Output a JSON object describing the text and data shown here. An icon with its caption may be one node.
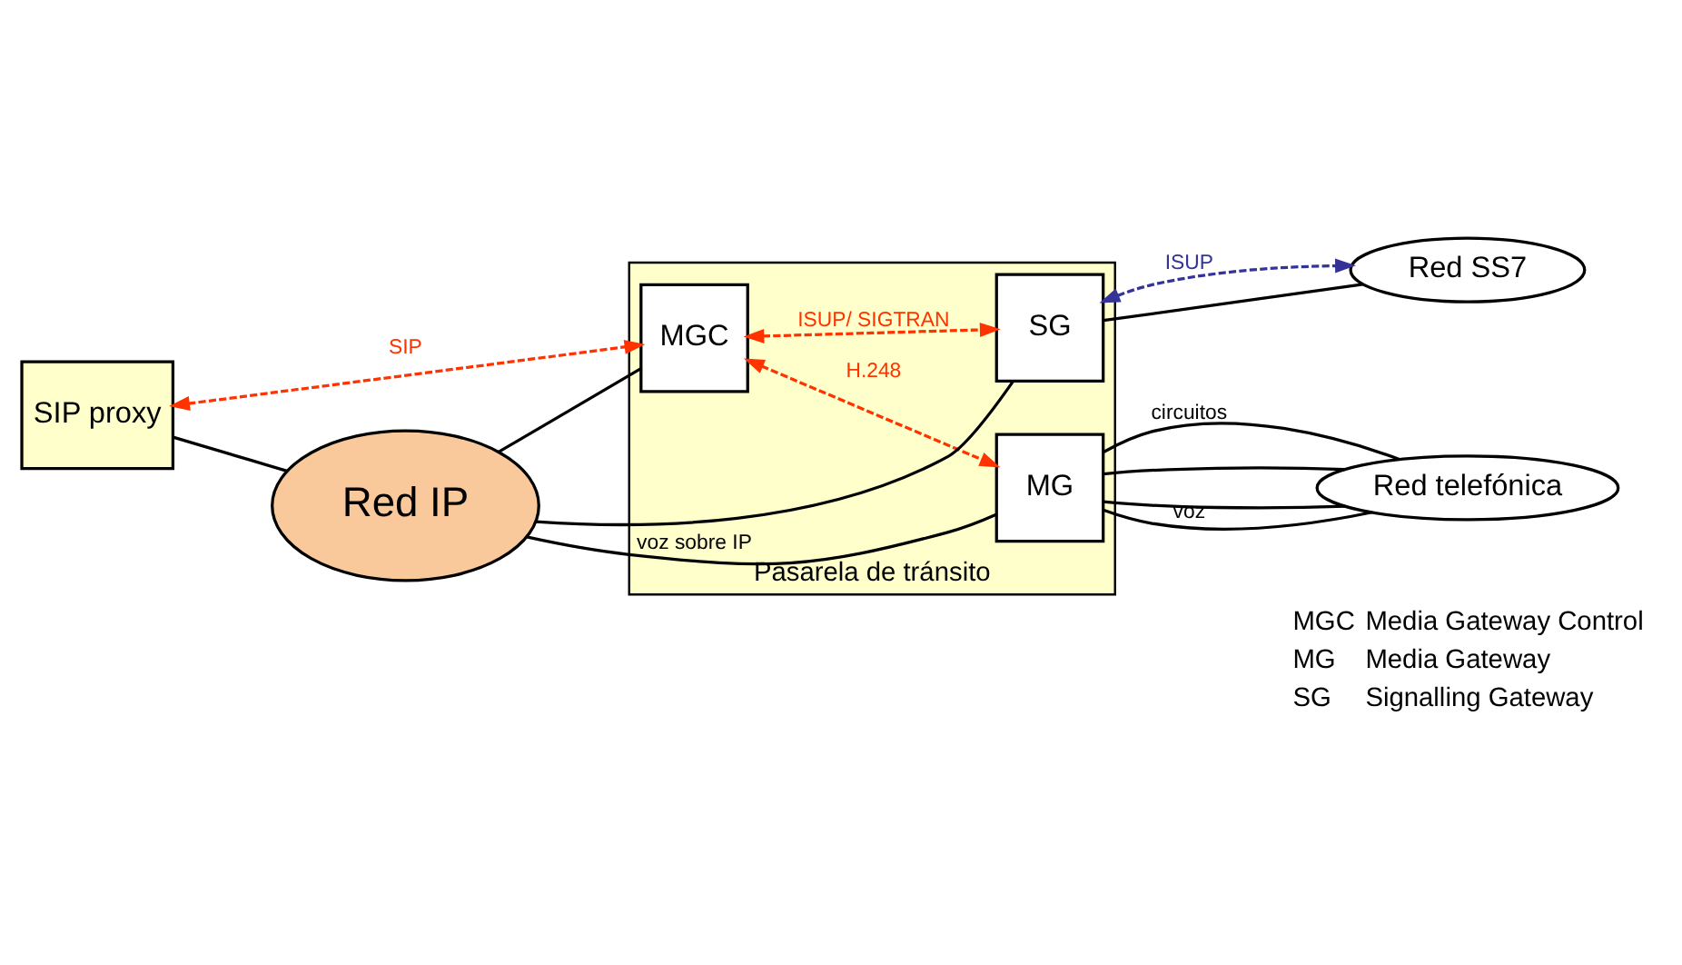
{
  "diagram": {
    "nodes": [
      {
        "text": [
          "Pasarela de tránsito"
        ]
      },
      {
        "text": [
          "SIP proxy"
        ]
      },
      {
        "text": [
          "MGC"
        ],
        "in": 0
      },
      {
        "text": [
          "SG"
        ],
        "in": 0
      },
      {
        "text": [
          "MG"
        ],
        "in": 0
      },
      {
        "text": [
          "Red IP"
        ]
      },
      {
        "text": [
          "Red SS7"
        ]
      },
      {
        "text": [
          "Red telefónica"
        ]
      }
    ],
    "edges": [
      {
        "from": 1,
        "to": 2,
        "arrow": "both",
        "label": "SIP",
        "style": "dashed",
        "color": "#ff3300"
      },
      {
        "from": 2,
        "to": 3,
        "arrow": "both",
        "label": "ISUP/ SIGTRAN",
        "style": "dashed",
        "color": "#ff3300"
      },
      {
        "from": 2,
        "to": 4,
        "arrow": "both",
        "label": "H.248",
        "style": "dashed",
        "color": "#ff3300"
      },
      {
        "from": 3,
        "to": 6,
        "arrow": "both",
        "label": "ISUP",
        "style": "dashed",
        "color": "#333399"
      },
      {
        "from": 3,
        "to": 6,
        "arrow": "none"
      },
      {
        "from": 1,
        "to": 5,
        "arrow": "none"
      },
      {
        "from": 5,
        "to": 2,
        "arrow": "none"
      },
      {
        "from": 5,
        "to": 3,
        "arrow": "none"
      },
      {
        "from": 5,
        "to": 4,
        "arrow": "none",
        "label": "voz sobre IP"
      },
      {
        "from": 4,
        "to": 7,
        "arrow": "none",
        "label": "circuitos"
      },
      {
        "from": 4,
        "to": 7,
        "arrow": "none"
      },
      {
        "from": 4,
        "to": 7,
        "arrow": "none"
      },
      {
        "from": 4,
        "to": 7,
        "arrow": "none",
        "label": "voz"
      }
    ],
    "labels": [
      "MGC",
      "Media Gateway Control",
      "MG",
      "Media Gateway",
      "SG",
      "Signalling Gateway"
    ]
  }
}
